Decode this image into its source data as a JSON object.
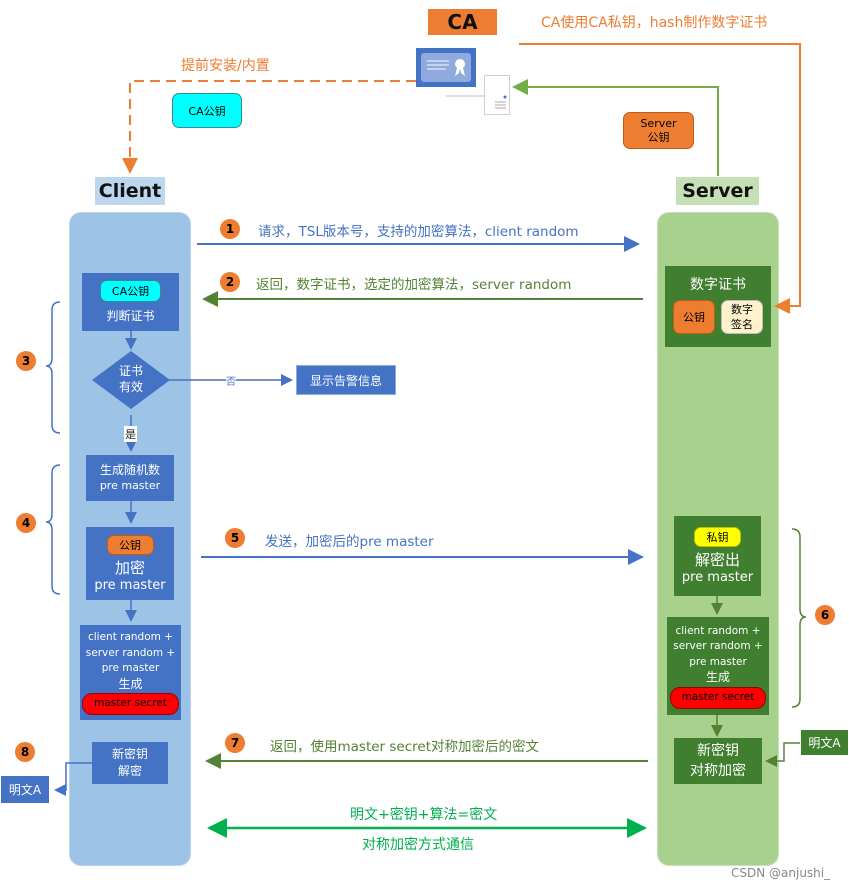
{
  "ca": {
    "title": "CA",
    "sign_note": "CA使用CA私钥，hash制作数字证书",
    "preinstall_note": "提前安装/内置",
    "ca_public_key": "CA公钥",
    "server_public_key_line1": "Server",
    "server_public_key_line2": "公钥"
  },
  "client": {
    "header": "Client",
    "verify_box_key": "CA公钥",
    "verify_box_label": "判断证书",
    "decision_line1": "证书",
    "decision_line2": "有效",
    "decision_no": "否",
    "decision_yes": "是",
    "warning_box": "显示告警信息",
    "random_line1": "生成随机数",
    "random_line2": "pre master",
    "encrypt_key": "公钥",
    "encrypt_line1": "加密",
    "encrypt_line2": "pre master",
    "gen_line1": "client random +",
    "gen_line2": "server random +",
    "gen_line3": "pre master",
    "gen_line4": "生成",
    "master_secret": "master secret",
    "decrypt_line1": "新密钥",
    "decrypt_line2": "解密",
    "plaintext": "明文A"
  },
  "server": {
    "header": "Server",
    "cert_title": "数字证书",
    "cert_public_key": "公钥",
    "cert_signature_line1": "数字",
    "cert_signature_line2": "签名",
    "private_key": "私钥",
    "decrypt_line1": "解密出",
    "decrypt_line2": "pre master",
    "gen_line1": "client random +",
    "gen_line2": "server random +",
    "gen_line3": "pre master",
    "gen_line4": "生成",
    "master_secret": "master secret",
    "encrypt_line1": "新密钥",
    "encrypt_line2": "对称加密",
    "plaintext": "明文A"
  },
  "steps": [
    {
      "num": "1",
      "label": "请求，TSL版本号，支持的加密算法，client random"
    },
    {
      "num": "2",
      "label": "返回，数字证书，选定的加密算法，server random"
    },
    {
      "num": "3"
    },
    {
      "num": "4"
    },
    {
      "num": "5",
      "label": "发送，加密后的pre master"
    },
    {
      "num": "6"
    },
    {
      "num": "7",
      "label": "返回，使用master secret对称加密后的密文"
    },
    {
      "num": "8"
    }
  ],
  "symmetric": {
    "formula": "明文+密钥+算法=密文",
    "description": "对称加密方式通信"
  },
  "watermark": "CSDN @anjushi_",
  "colors": {
    "orange": "#ed7d31",
    "blue": "#4472c4",
    "green": "#548235",
    "bright_green": "#00b050",
    "client_lane": "#9dc3e6",
    "server_lane": "#a9d18e",
    "cyan": "#00ffff",
    "red": "#ff0000",
    "yellow": "#ffff00"
  }
}
